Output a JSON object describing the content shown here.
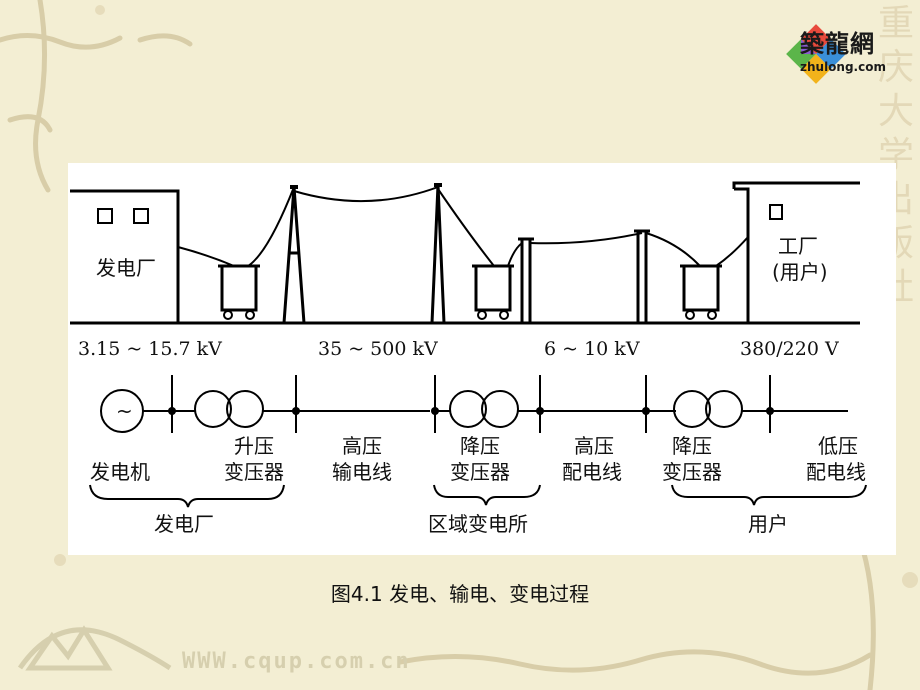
{
  "logo": {
    "name": "築龍網",
    "url": "zhulong.com"
  },
  "side_stamp": [
    "重",
    "庆",
    "大",
    "学",
    "出",
    "版",
    "社"
  ],
  "footer_url": "WWW.cqup.com.cn",
  "caption": "图4.1  发电、输电、变电过程",
  "top_diagram": {
    "plant_label": "发电厂",
    "factory_label_1": "工厂",
    "factory_label_2": "(用户)",
    "voltages": [
      "3.15 ~ 15.7 kV",
      "35 ~ 500 kV",
      "6 ~ 10 kV",
      "380/220 V"
    ]
  },
  "single_line": {
    "generator_symbol": "~",
    "generator": "发电机",
    "step_up_1": "升压",
    "step_up_2": "变压器",
    "hv_line_1": "高压",
    "hv_line_2": "输电线",
    "step_down_1": "降压",
    "step_down_2": "变压器",
    "dist_line_1": "高压",
    "dist_line_2": "配电线",
    "user_step_down_1": "降压",
    "user_step_down_2": "变压器",
    "lv_line_1": "低压",
    "lv_line_2": "配电线"
  },
  "groups": {
    "plant": "发电厂",
    "substation": "区域变电所",
    "user": "用户"
  }
}
